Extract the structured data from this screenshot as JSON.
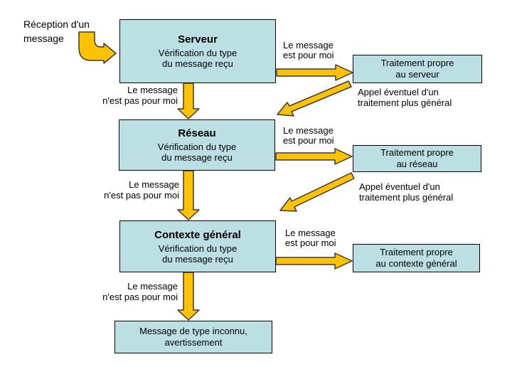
{
  "colors": {
    "background": "#ffffff",
    "text": "#000000",
    "node_fill": "#bcdfe3",
    "node_border": "#000000",
    "arrow_fill": "#fcc203",
    "arrow_outline": "#3a3a3a"
  },
  "intro": {
    "label": "Réception d'un\nmessage"
  },
  "nodes": {
    "serveur": {
      "title": "Serveur",
      "body": "Vérification du type\ndu message reçu"
    },
    "reseau": {
      "title": "Réseau",
      "body": "Vérification du type\ndu message reçu"
    },
    "contexte": {
      "title": "Contexte général",
      "body": "Vérification du type\ndu message reçu"
    },
    "traitement_serveur": {
      "label": "Traitement propre\nau serveur"
    },
    "traitement_reseau": {
      "label": "Traitement propre\nau réseau"
    },
    "traitement_contexte": {
      "label": "Traitement propre\nau contexte général"
    },
    "inconnu": {
      "label": "Message de type inconnu,\navertissement"
    }
  },
  "edges": {
    "pour_moi": [
      "Le message\nest pour moi",
      "Le message\nest pour moi",
      "Le message\nest pour moi"
    ],
    "pas_pour_moi": [
      "Le message\nn'est pas pour moi",
      "Le message\nn'est pas pour moi",
      "Le message\nn'est pas pour moi"
    ],
    "appel": [
      "Appel éventuel d'un\ntraitement plus général",
      "Appel éventuel d'un\ntraitement plus général"
    ]
  }
}
